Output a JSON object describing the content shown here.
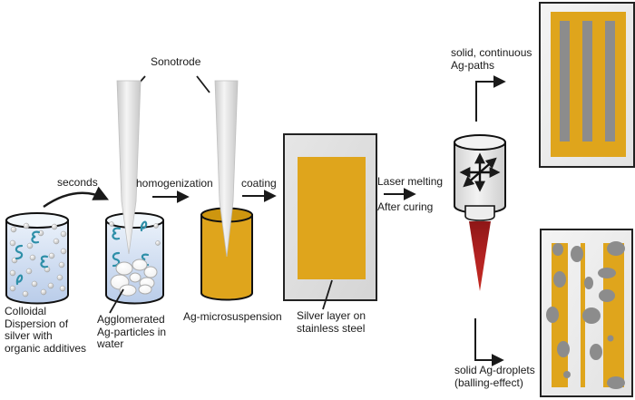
{
  "figure": {
    "type": "scientific-process-diagram",
    "description_visible": false
  },
  "labels": {
    "sonotrode": "Sonotrode",
    "seconds": "seconds",
    "homogenization": "homogenization",
    "coating": "coating",
    "laser_melting": "Laser melting",
    "after_curing": "After curing",
    "colloidal_dispersion": "Colloidal\nDispersion of\nsilver with\norganic additives",
    "agglomerated_particles": "Agglomerated\nAg-particles in\nwater",
    "ag_microsuspension": "Ag-microsuspension",
    "silver_layer": "Silver layer on\nstainless steel",
    "solid_ag_paths": "solid, continuous\nAg-paths",
    "solid_ag_droplets": "solid Ag-droplets\n(balling-effect)"
  },
  "icons": {
    "laser_head_motion": "multi-direction-arrows",
    "laser_beam": "red-laser-beam"
  },
  "colors": {
    "silver_gold": "#DFA51C",
    "gold_rim": "#C8920E",
    "droplet_gray": "#8C8C8C",
    "path_gray": "#8C8C8C",
    "steel_plate": "#DCDCDC",
    "panel_bg": "#EFEFEF",
    "liquid_blue_top": "#E9F0F9",
    "liquid_blue_bottom": "#B9CCE9",
    "organic_teal": "#2E8FA8",
    "laser_red": "#B32222",
    "sonotrode_gray": "#E8E8E8",
    "outline": "#1A1A1A",
    "text": "#1A1A1A"
  }
}
